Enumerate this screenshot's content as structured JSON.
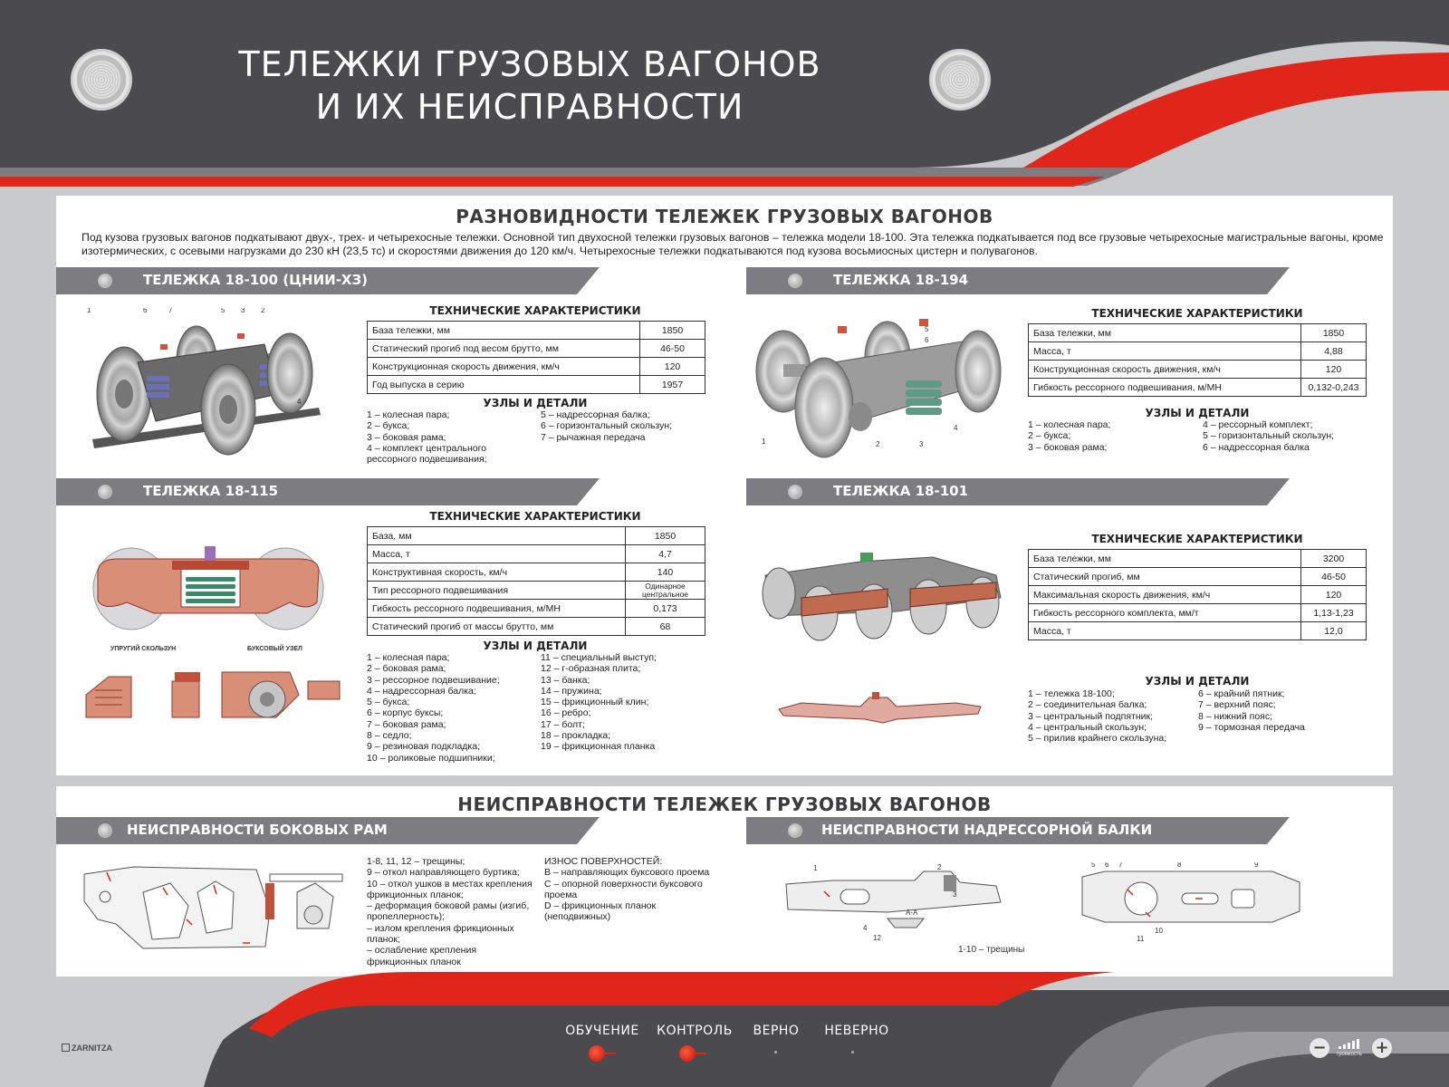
{
  "header": {
    "title": "ТЕЛЕЖКИ ГРУЗОВЫХ ВАГОНОВ\nИ ИХ НЕИСПРАВНОСТИ"
  },
  "section1": {
    "title": "РАЗНОВИДНОСТИ ТЕЛЕЖЕК ГРУЗОВЫХ ВАГОНОВ",
    "intro": "Под кузова грузовых вагонов подкатывают двух-, трех- и четырехосные тележки. Основной тип двухосной тележки грузовых вагонов – тележка модели 18-100. Эта тележка подкатывается под все грузовые четырехосные магистральные вагоны, кроме изотермических, с осевыми нагрузками до 230 кН (23,5 тс) и скоростями движения до 120 км/ч. Четырехосные тележки подкатываются под кузова восьмиосных цистерн и полувагонов."
  },
  "bogies": [
    {
      "title": "ТЕЛЕЖКА 18-100 (ЦНИИ-ХЗ)",
      "spec_title": "ТЕХНИЧЕСКИЕ ХАРАКТЕРИСТИКИ",
      "specs": [
        {
          "name": "База тележки, мм",
          "value": "1850"
        },
        {
          "name": "Статический прогиб под весом брутто, мм",
          "value": "46-50"
        },
        {
          "name": "Конструкционная скорость движения, км/ч",
          "value": "120"
        },
        {
          "name": "Год выпуска в серию",
          "value": "1957"
        }
      ],
      "parts_title": "УЗЛЫ И ДЕТАЛИ",
      "parts_col1": [
        "1 – колесная пара;",
        "2 – букса;",
        "3 – боковая рама;",
        "4 – комплект центрального рессорного подвешивания;"
      ],
      "parts_col2": [
        "5 – надрессорная балка;",
        "6 – горизонтальный скользун;",
        "7 – рычажная передача"
      ],
      "labels": [
        "1",
        "2",
        "3",
        "4",
        "5",
        "6",
        "7"
      ]
    },
    {
      "title": "ТЕЛЕЖКА 18-194",
      "spec_title": "ТЕХНИЧЕСКИЕ ХАРАКТЕРИСТИКИ",
      "specs": [
        {
          "name": "База тележки, мм",
          "value": "1850"
        },
        {
          "name": "Масса, т",
          "value": "4,88"
        },
        {
          "name": "Конструкционная скорость движения, км/ч",
          "value": "120"
        },
        {
          "name": "Гибкость рессорного подвешивания, м/МН",
          "value": "0,132-0,243"
        }
      ],
      "parts_title": "УЗЛЫ И ДЕТАЛИ",
      "parts_col1": [
        "1 – колесная пара;",
        "2 – букса;",
        "3 – боковая рама;"
      ],
      "parts_col2": [
        "4 – рессорный комплект;",
        "5 – горизонтальный скользун;",
        "6 – надрессорная балка"
      ],
      "labels": [
        "1",
        "2",
        "3",
        "4",
        "5",
        "6"
      ]
    },
    {
      "title": "ТЕЛЕЖКА 18-115",
      "spec_title": "ТЕХНИЧЕСКИЕ ХАРАКТЕРИСТИКИ",
      "specs": [
        {
          "name": "База, мм",
          "value": "1850"
        },
        {
          "name": "Масса, т",
          "value": "4,7"
        },
        {
          "name": "Конструктивная скорость, км/ч",
          "value": "140"
        },
        {
          "name": "Тип рессорного подвешивания",
          "value": "Одинарное центральное"
        },
        {
          "name": "Гибкость рессорного подвешивания, м/МН",
          "value": "0,173"
        },
        {
          "name": "Статический прогиб от массы брутто, мм",
          "value": "68"
        }
      ],
      "parts_title": "УЗЛЫ И ДЕТАЛИ",
      "parts_col1": [
        "1 – колесная пара;",
        "2 – боковая рама;",
        "3 – рессорное подвешивание;",
        "4 – надрессорная балка;",
        "5 – букса;",
        "6 – корпус буксы;",
        "7 – боковая рама;",
        "8 – седло;",
        "9 – резиновая подкладка;",
        "10 – роликовые подшипники;"
      ],
      "parts_col2": [
        "11 – специальный выступ;",
        "12 – г-образная плита;",
        "13 – банка;",
        "14 – пружина;",
        "15 – фрикционный клин;",
        "16 – ребро;",
        "17 – болт;",
        "18 – прокладка;",
        "19 – фрикционная планка"
      ],
      "sub_captions": [
        "УПРУГИЙ СКОЛЬЗУН",
        "БУКСОВЫЙ УЗЕЛ"
      ]
    },
    {
      "title": "ТЕЛЕЖКА 18-101",
      "spec_title": "ТЕХНИЧЕСКИЕ ХАРАКТЕРИСТИКИ",
      "specs": [
        {
          "name": "База тележки, мм",
          "value": "3200"
        },
        {
          "name": "Статический прогиб, мм",
          "value": "46-50"
        },
        {
          "name": "Максимальная скорость движения, км/ч",
          "value": "120"
        },
        {
          "name": "Гибкость рессорного комплекта, мм/т",
          "value": "1,13-1,23"
        },
        {
          "name": "Масса, т",
          "value": "12,0"
        }
      ],
      "parts_title": "УЗЛЫ И ДЕТАЛИ",
      "parts_col1": [
        "1 – тележка 18-100;",
        "2 – соединительная балка;",
        "3 – центральный подпятник;",
        "4 – центральный скользун;",
        "5 – прилив крайнего скользуна;"
      ],
      "parts_col2": [
        "6 – крайний пятник;",
        "7 – верхний пояс;",
        "8 – нижний пояс;",
        "9 – тормозная передача"
      ]
    }
  ],
  "section2": {
    "title": "НЕИСПРАВНОСТИ ТЕЛЕЖЕК ГРУЗОВЫХ ВАГОНОВ",
    "left_banner": "НЕИСПРАВНОСТИ БОКОВЫХ РАМ",
    "right_banner": "НЕИСПРАВНОСТИ НАДРЕССОРНОЙ БАЛКИ",
    "side_frame_col1": [
      "1-8, 11, 12 – трещины;",
      "9 – откол направляющего буртика;",
      "10 – откол ушков в местах крепления фрикционных планок;",
      " – деформация боковой рамы (изгиб, пропеллерность);",
      " – излом крепления фрикционных планок;",
      " – ослабление крепления фрикционных планок"
    ],
    "side_frame_col2_title": "ИЗНОС ПОВЕРХНОСТЕЙ:",
    "side_frame_col2": [
      "B – направляющих буксового проема",
      "C – опорной поверхности буксового проема",
      "D – фрикционных планок (неподвижных)"
    ],
    "bolster_note": "1-10 – трещины",
    "bolster_section_label": "А-А",
    "bolster_labels": [
      "1",
      "2",
      "3",
      "4",
      "12",
      "5",
      "6",
      "7",
      "8",
      "9",
      "10",
      "11"
    ]
  },
  "footer": {
    "brand": "ZARNITZA",
    "buttons": [
      {
        "label": "ОБУЧЕНИЕ"
      },
      {
        "label": "КОНТРОЛЬ"
      },
      {
        "label": "ВЕРНО"
      },
      {
        "label": "НЕВЕРНО"
      }
    ],
    "volume_label": "громкость",
    "minus": "−",
    "plus": "+"
  },
  "colors": {
    "dark": "#4b4a4f",
    "red": "#e0261a",
    "banner": "#7d7c81",
    "background": "#c9cacc"
  }
}
